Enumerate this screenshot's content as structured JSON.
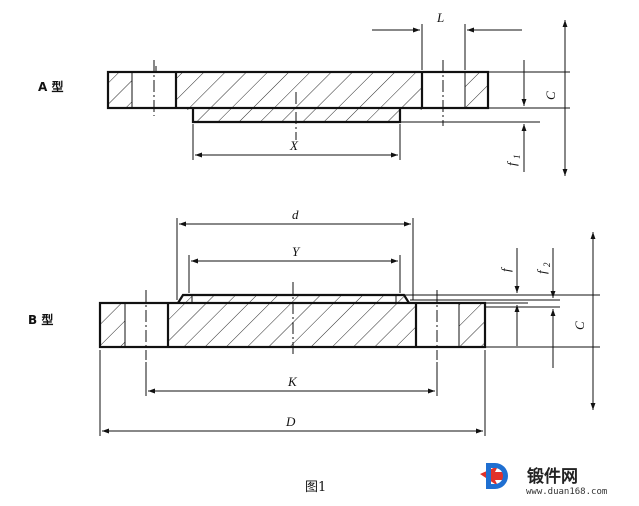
{
  "figure": {
    "type_a_label": "A 型",
    "type_b_label": "B 型",
    "caption": "图1"
  },
  "dimensions": {
    "L": "L",
    "C_a": "C",
    "X": "X",
    "f1": "f",
    "f1_sub": "1",
    "d": "d",
    "Y": "Y",
    "f": "f",
    "f2": "f",
    "f2_sub": "2",
    "C_b": "C",
    "K": "K",
    "D": "D"
  },
  "watermark": {
    "name": "锻件网",
    "url": "www.duan168.com",
    "colors": {
      "red": "#e0322a",
      "blue": "#1f6fd1"
    }
  }
}
